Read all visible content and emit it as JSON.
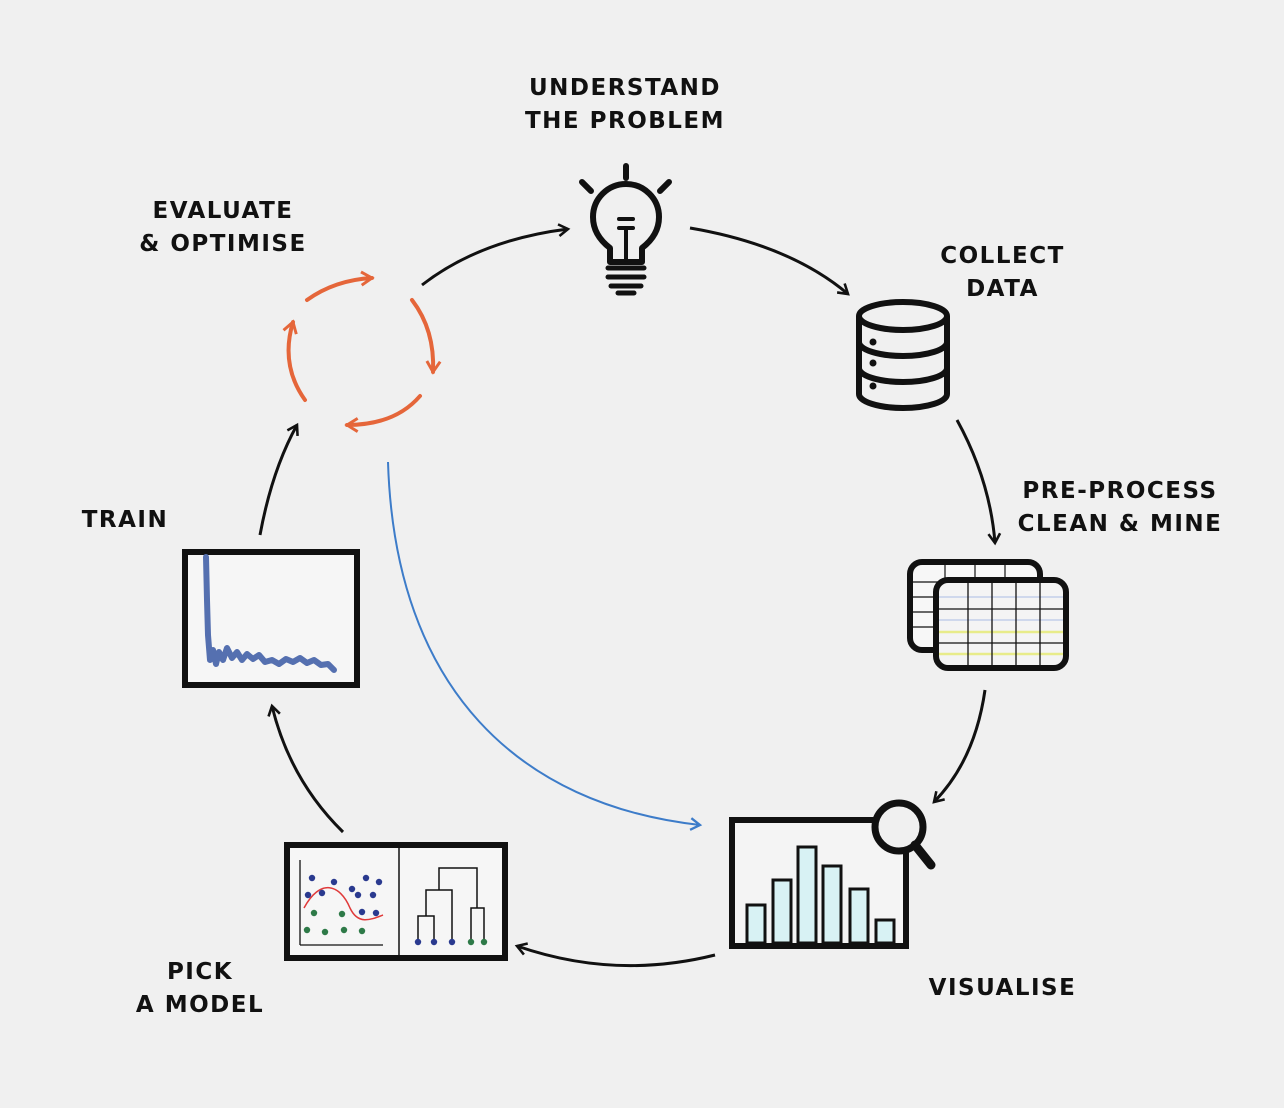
{
  "colors": {
    "background": "#f0f0f0",
    "ink": "#111111",
    "evaluate_accent": "#e5663a",
    "feedback_arrow": "#3d7cc9",
    "train_curve": "#5570b0",
    "chart_bar_fill": "#d8f2f4",
    "table_highlight": "#e8ec8a",
    "table_rule": "#b9c7e8",
    "scatter_blue": "#2a3a8f",
    "scatter_green": "#2e7a48",
    "fit_curve": "#e03a3a"
  },
  "stages": [
    {
      "id": "understand",
      "lines": [
        "UNDERSTAND",
        "THE PROBLEM"
      ],
      "icon": "lightbulb-icon"
    },
    {
      "id": "collect",
      "lines": [
        "COLLECT",
        "DATA"
      ],
      "icon": "database-icon"
    },
    {
      "id": "preprocess",
      "lines": [
        "PRE-PROCESS",
        "CLEAN & MINE"
      ],
      "icon": "spreadsheet-icon"
    },
    {
      "id": "visualise",
      "lines": [
        "VISUALISE"
      ],
      "icon": "bar-chart-magnifier-icon"
    },
    {
      "id": "model",
      "lines": [
        "PICK",
        "A MODEL"
      ],
      "icon": "scatter-dendrogram-icon"
    },
    {
      "id": "train",
      "lines": [
        "TRAIN"
      ],
      "icon": "loss-curve-icon"
    },
    {
      "id": "evaluate",
      "lines": [
        "EVALUATE",
        "& OPTIMISE"
      ],
      "icon": "cycle-arrows-icon"
    }
  ]
}
